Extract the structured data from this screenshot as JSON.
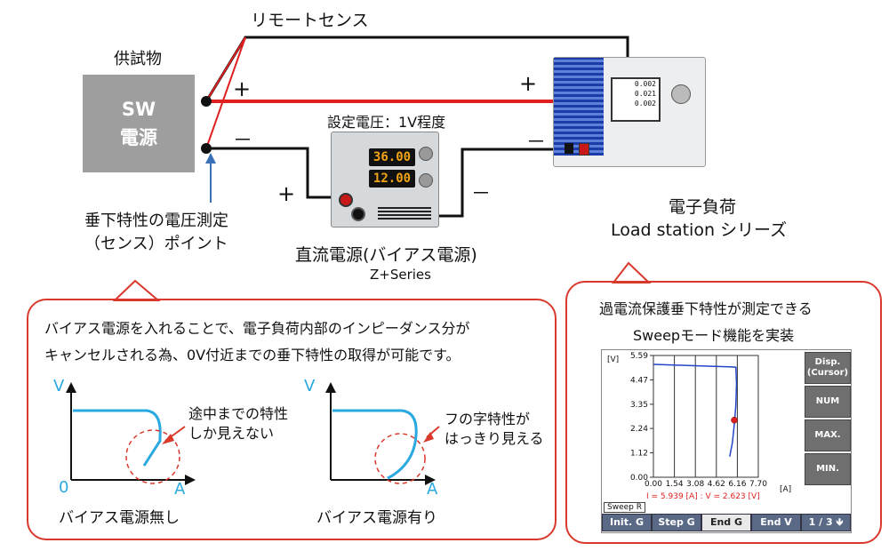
{
  "labels": {
    "remote_sense": "リモートセンス",
    "dut_title": "供試物",
    "dut_line1": "SW",
    "dut_line2": "電源",
    "set_voltage": "設定電圧：1V程度",
    "sense_point_line1": "垂下特性の電圧測定",
    "sense_point_line2": "（センス）ポイント",
    "bias_supply": "直流電源(バイアス電源)",
    "bias_series": "Z+Series",
    "load_title": "電子負荷",
    "load_series": "Load station シリーズ",
    "plus": "+",
    "minus": "－"
  },
  "psu_display": {
    "top": "36.00",
    "bottom": "12.00"
  },
  "load_display": {
    "v": "0.002",
    "a": "0.021",
    "w": "0.002"
  },
  "callout_left": {
    "line1": "バイアス電源を入れることで、電子負荷内部のインピーダンス分が",
    "line2": "キャンセルされる為、0V付近までの垂下特性の取得が可能です。",
    "graph1": {
      "axis_v": "V",
      "axis_a": "A",
      "origin": "0",
      "note_line1": "途中までの特性",
      "note_line2": "しか見えない",
      "caption": "バイアス電源無し"
    },
    "graph2": {
      "axis_v": "V",
      "axis_a": "A",
      "note_line1": "フの字特性が",
      "note_line2": "はっきり見える",
      "caption": "バイアス電源有り"
    }
  },
  "callout_right": {
    "line1": "過電流保護垂下特性が測定できる",
    "line2": "Sweepモード機能を実装"
  },
  "screen": {
    "y_unit": "[V]",
    "x_unit": "[A]",
    "readout": "I = 5.939 [A] : V = 2.623 [V]",
    "mode_label": "Sweep R",
    "side_buttons": {
      "disp_line1": "Disp.",
      "disp_line2": "(Cursor)",
      "num": "NUM",
      "max": "MAX.",
      "min": "MIN."
    },
    "tabs": {
      "init": "Init. G",
      "step": "Step G",
      "end": "End G",
      "endv": "End V",
      "page": "1 / 3 🡻"
    }
  },
  "chart_data": {
    "type": "line",
    "title": "",
    "xlabel": "[A]",
    "ylabel": "[V]",
    "xlim": [
      0,
      7.7
    ],
    "ylim": [
      0,
      5.59
    ],
    "x_ticks": [
      "0.00",
      "1.54",
      "3.08",
      "4.62",
      "6.16",
      "7.70"
    ],
    "y_ticks": [
      "0.00",
      "1.12",
      "2.24",
      "3.35",
      "4.47",
      "5.59"
    ],
    "series": [
      {
        "x": [
          0.0,
          1.5,
          3.0,
          4.5,
          5.6,
          6.05,
          6.1,
          6.05,
          5.95,
          5.8,
          5.6
        ],
        "y": [
          5.18,
          5.15,
          5.12,
          5.09,
          5.07,
          5.05,
          4.3,
          3.3,
          2.5,
          1.6,
          0.95
        ]
      }
    ],
    "marker": {
      "x": 5.939,
      "y": 2.623
    },
    "colors": {
      "line": "#2345c8",
      "marker": "#e02020"
    }
  },
  "colors": {
    "accent": "#d8392b",
    "wire_red": "#e02020",
    "tab": "#5a6a86",
    "graph_line": "#29a9e0"
  }
}
